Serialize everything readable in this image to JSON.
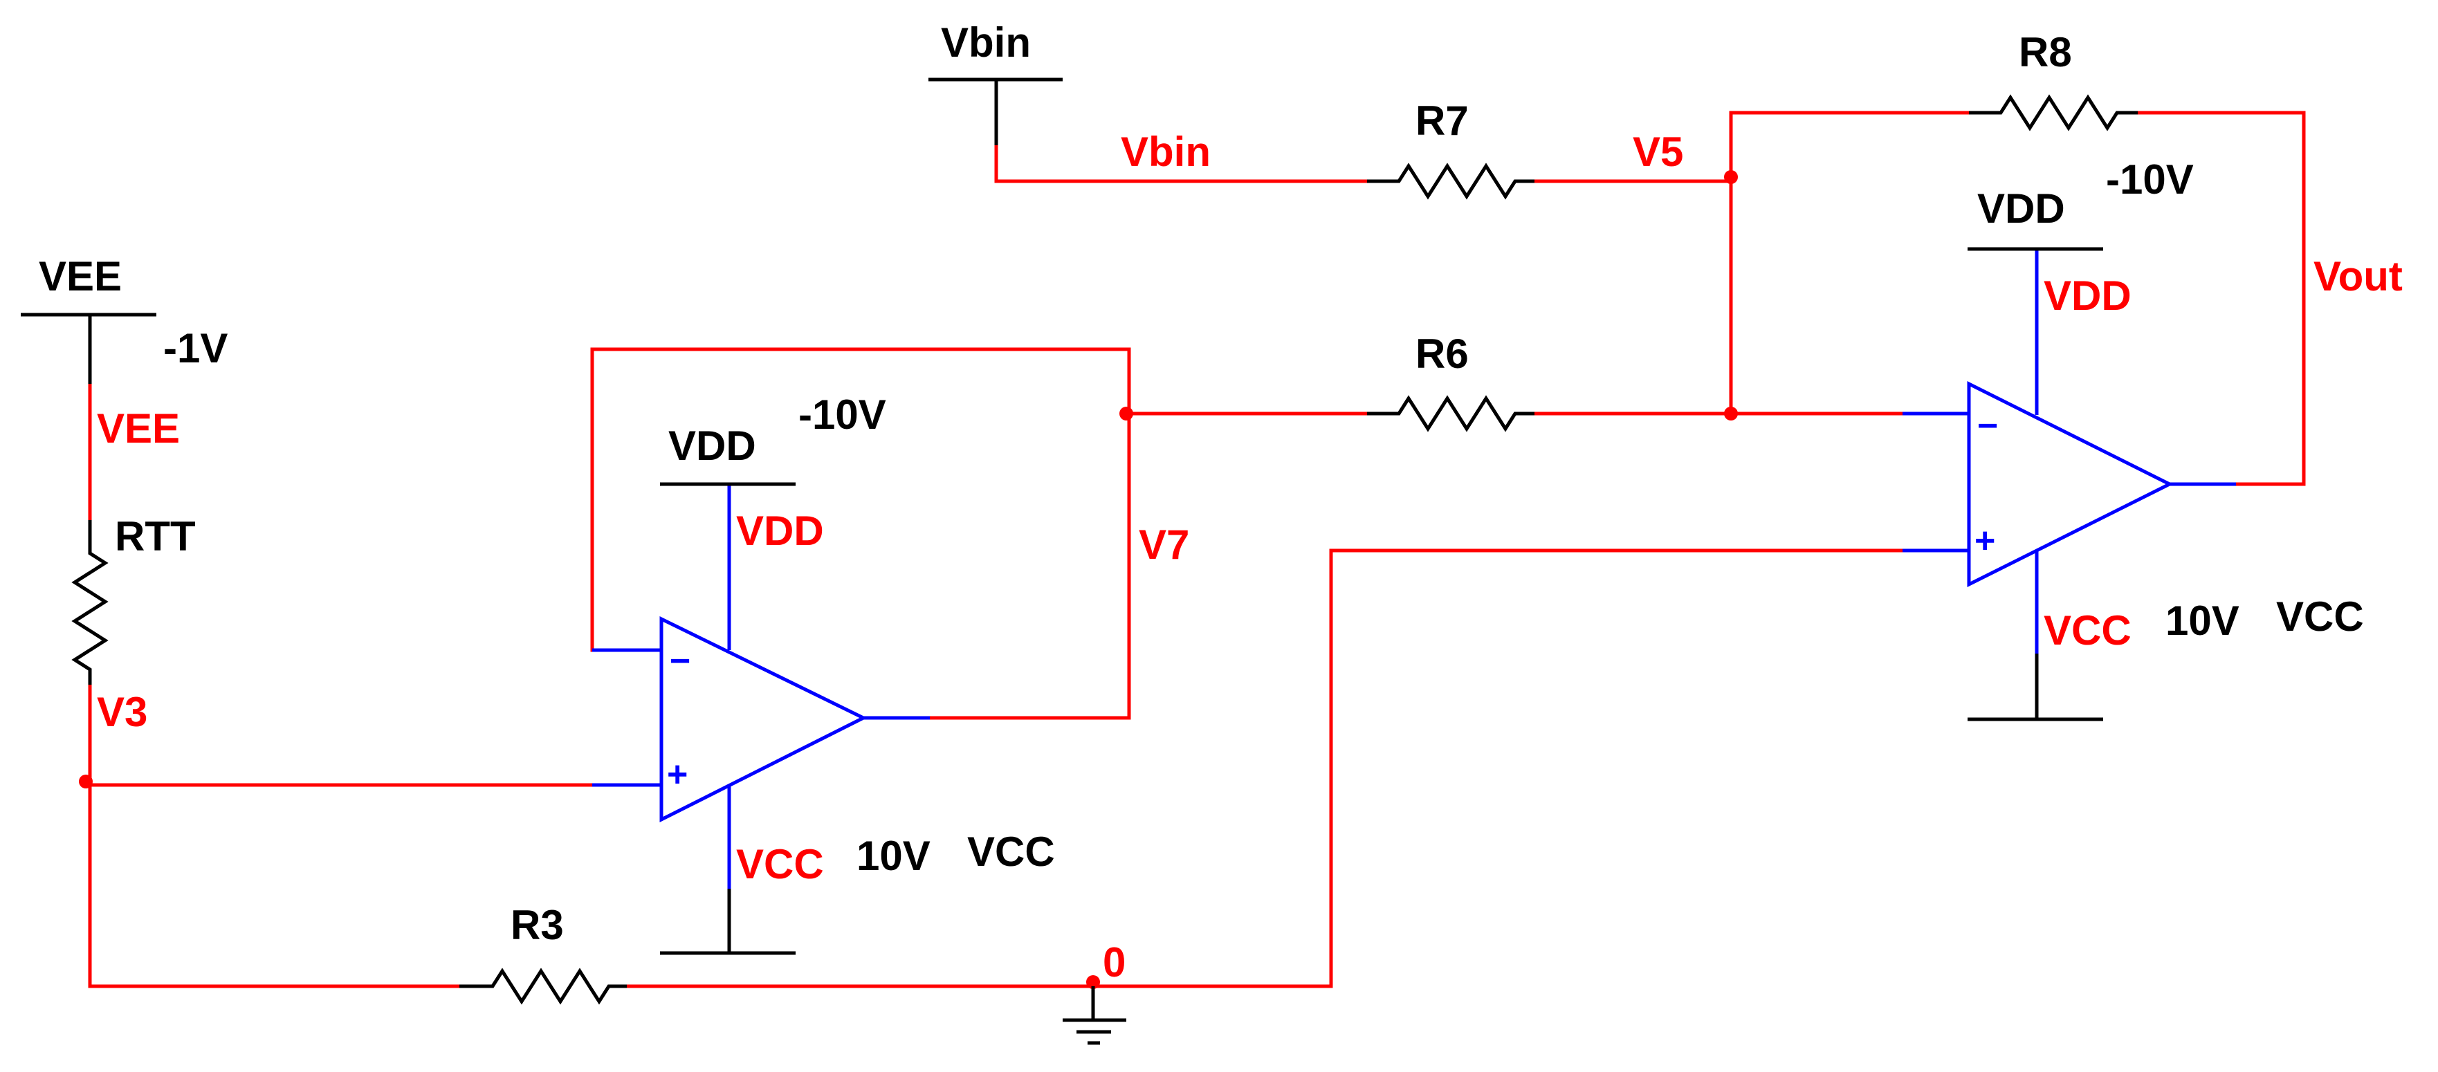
{
  "diagram": {
    "supplies": {
      "vbin_source": "Vbin",
      "vee_source": "VEE",
      "vee_value": "-1V",
      "vdd": "VDD",
      "vcc": "VCC",
      "neg_10v": "-10V",
      "pos_10v": "10V"
    },
    "resistors": {
      "r3": "R3",
      "r6": "R6",
      "r7": "R7",
      "r8": "R8",
      "rtt": "RTT"
    },
    "nets": {
      "vbin": "Vbin",
      "vee": "VEE",
      "v3": "V3",
      "v5": "V5",
      "v7": "V7",
      "vout": "Vout",
      "vdd": "VDD",
      "vcc": "VCC",
      "ground": "0"
    },
    "opamp_pins": {
      "inverting": "−",
      "non_inverting": "+"
    },
    "colors": {
      "wire": "#ff0000",
      "opamp": "#0000ff",
      "component": "#000000",
      "background": "#ffffff"
    }
  }
}
